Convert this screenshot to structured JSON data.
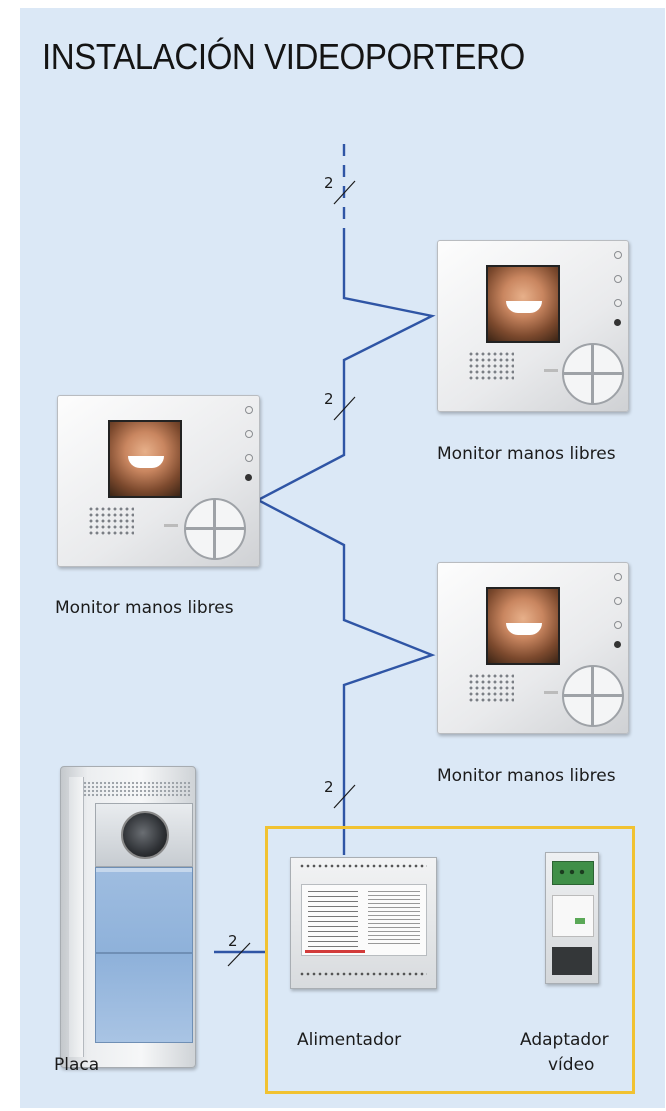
{
  "title": "INSTALACIÓN VIDEOPORTERO",
  "colors": {
    "panel_background": "#dbe8f6",
    "wire": "#2f55a5",
    "supply_box_border": "#f1c231",
    "text": "#1b1b1b"
  },
  "wire_count_labels": [
    "2",
    "2",
    "2",
    "2"
  ],
  "monitors": [
    {
      "label": "Monitor manos libres"
    },
    {
      "label": "Monitor manos libres"
    },
    {
      "label": "Monitor manos libres"
    }
  ],
  "door_panel": {
    "label": "Placa"
  },
  "power_supply": {
    "label": "Alimentador"
  },
  "video_adapter": {
    "label_line1": "Adaptador",
    "label_line2": "vídeo"
  }
}
